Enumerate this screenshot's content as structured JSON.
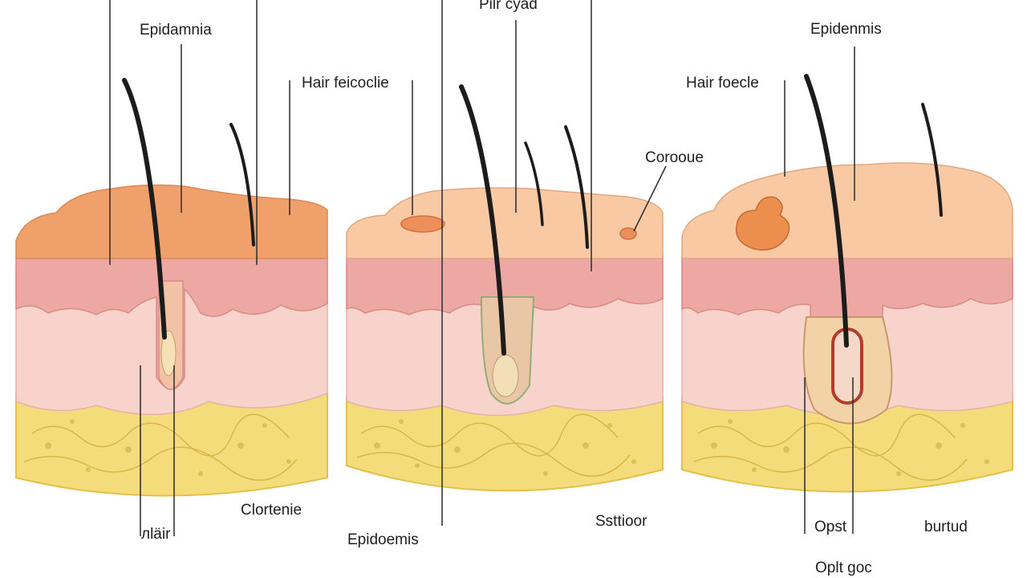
{
  "labels": {
    "p1_epidermis": "Epidamnia",
    "p1_hair_follicle": "Hair feicoclie",
    "p1_bottom_hair": "лläir",
    "p1_bottom_cortex": "Clortenie",
    "p2_top": "Pilr cyad",
    "p2_bottom_epidermis": "Epidoemis",
    "p2_corcoue": "Corooue",
    "p2_bottom_sebaceous": "Ssttioor",
    "p3_epidermis": "Epidenmis",
    "p3_hair_follicle": "Hair foecle",
    "p3_bottom_opst": "Opst",
    "p3_bottom_opst_goc": "Oplt goc",
    "p3_bottom_burtud": "burtud"
  },
  "colors": {
    "fat": "#f4dc7a",
    "dermis": "#f7d3cc",
    "epidermis_band": "#eea8a3",
    "surface_orange": "#f0a06a",
    "surface_peach": "#f8c9a2",
    "hair": "#1c1c1c",
    "leader": "#2a2a2a"
  }
}
